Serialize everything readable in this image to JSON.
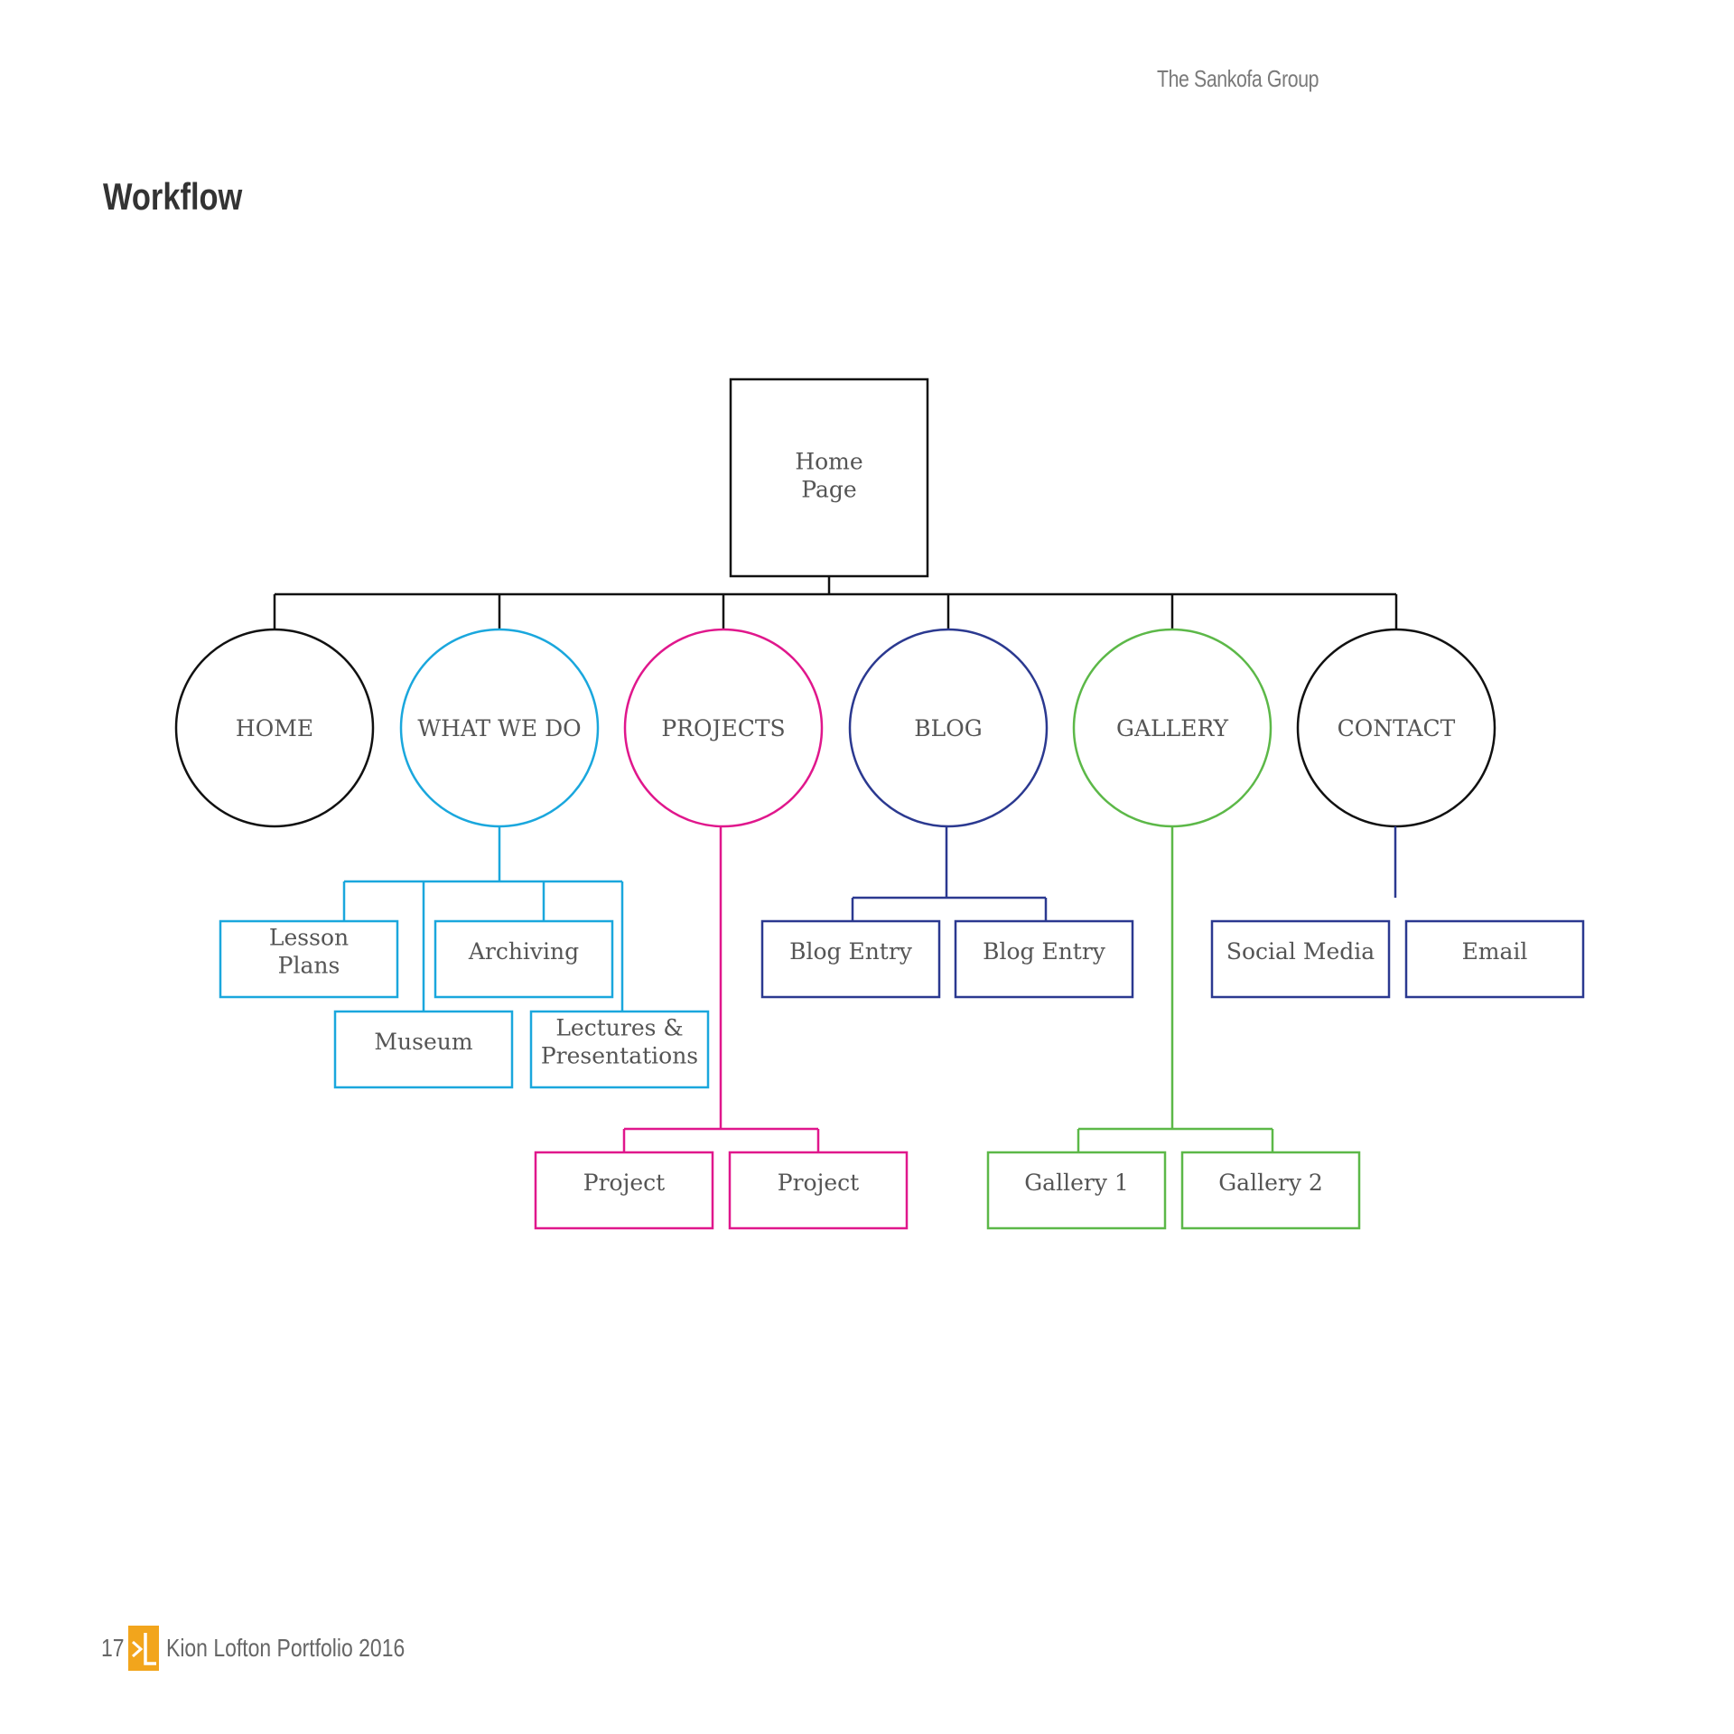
{
  "header": {
    "group_name": "The Sankofa Group"
  },
  "page": {
    "title": "Workflow"
  },
  "footer": {
    "page_number": "17",
    "text": "Kion Lofton Portfolio 2016"
  },
  "colors": {
    "black": "#111111",
    "cyan": "#1aa7dd",
    "magenta": "#e0178c",
    "navy": "#2b3990",
    "green": "#5cb848",
    "logo_orange": "#f2a51c"
  },
  "diagram": {
    "root": {
      "lines": [
        "Home",
        "Page"
      ]
    },
    "sections": [
      {
        "id": "home",
        "label": "HOME",
        "color": "black"
      },
      {
        "id": "what-we-do",
        "label": "WHAT WE DO",
        "color": "cyan"
      },
      {
        "id": "projects",
        "label": "PROJECTS",
        "color": "magenta"
      },
      {
        "id": "blog",
        "label": "BLOG",
        "color": "navy"
      },
      {
        "id": "gallery",
        "label": "GALLERY",
        "color": "green"
      },
      {
        "id": "contact",
        "label": "CONTACT",
        "color": "black"
      }
    ],
    "pages": [
      {
        "id": "lesson-plans",
        "section": "what-we-do",
        "lines": [
          "Lesson",
          "Plans"
        ],
        "color": "cyan"
      },
      {
        "id": "archiving",
        "section": "what-we-do",
        "lines": [
          "Archiving"
        ],
        "color": "cyan"
      },
      {
        "id": "museum",
        "section": "what-we-do",
        "lines": [
          "Museum"
        ],
        "color": "cyan"
      },
      {
        "id": "lectures",
        "section": "what-we-do",
        "lines": [
          "Lectures &",
          "Presentations"
        ],
        "color": "cyan"
      },
      {
        "id": "blog-entry-1",
        "section": "blog",
        "lines": [
          "Blog Entry"
        ],
        "color": "navy"
      },
      {
        "id": "blog-entry-2",
        "section": "blog",
        "lines": [
          "Blog Entry"
        ],
        "color": "navy"
      },
      {
        "id": "social-media",
        "section": "contact",
        "lines": [
          "Social Media"
        ],
        "color": "navy"
      },
      {
        "id": "email",
        "section": "contact",
        "lines": [
          "Email"
        ],
        "color": "navy"
      },
      {
        "id": "project-1",
        "section": "projects",
        "lines": [
          "Project"
        ],
        "color": "magenta"
      },
      {
        "id": "project-2",
        "section": "projects",
        "lines": [
          "Project"
        ],
        "color": "magenta"
      },
      {
        "id": "gallery-1",
        "section": "gallery",
        "lines": [
          "Gallery 1"
        ],
        "color": "green"
      },
      {
        "id": "gallery-2",
        "section": "gallery",
        "lines": [
          "Gallery 2"
        ],
        "color": "green"
      }
    ]
  }
}
